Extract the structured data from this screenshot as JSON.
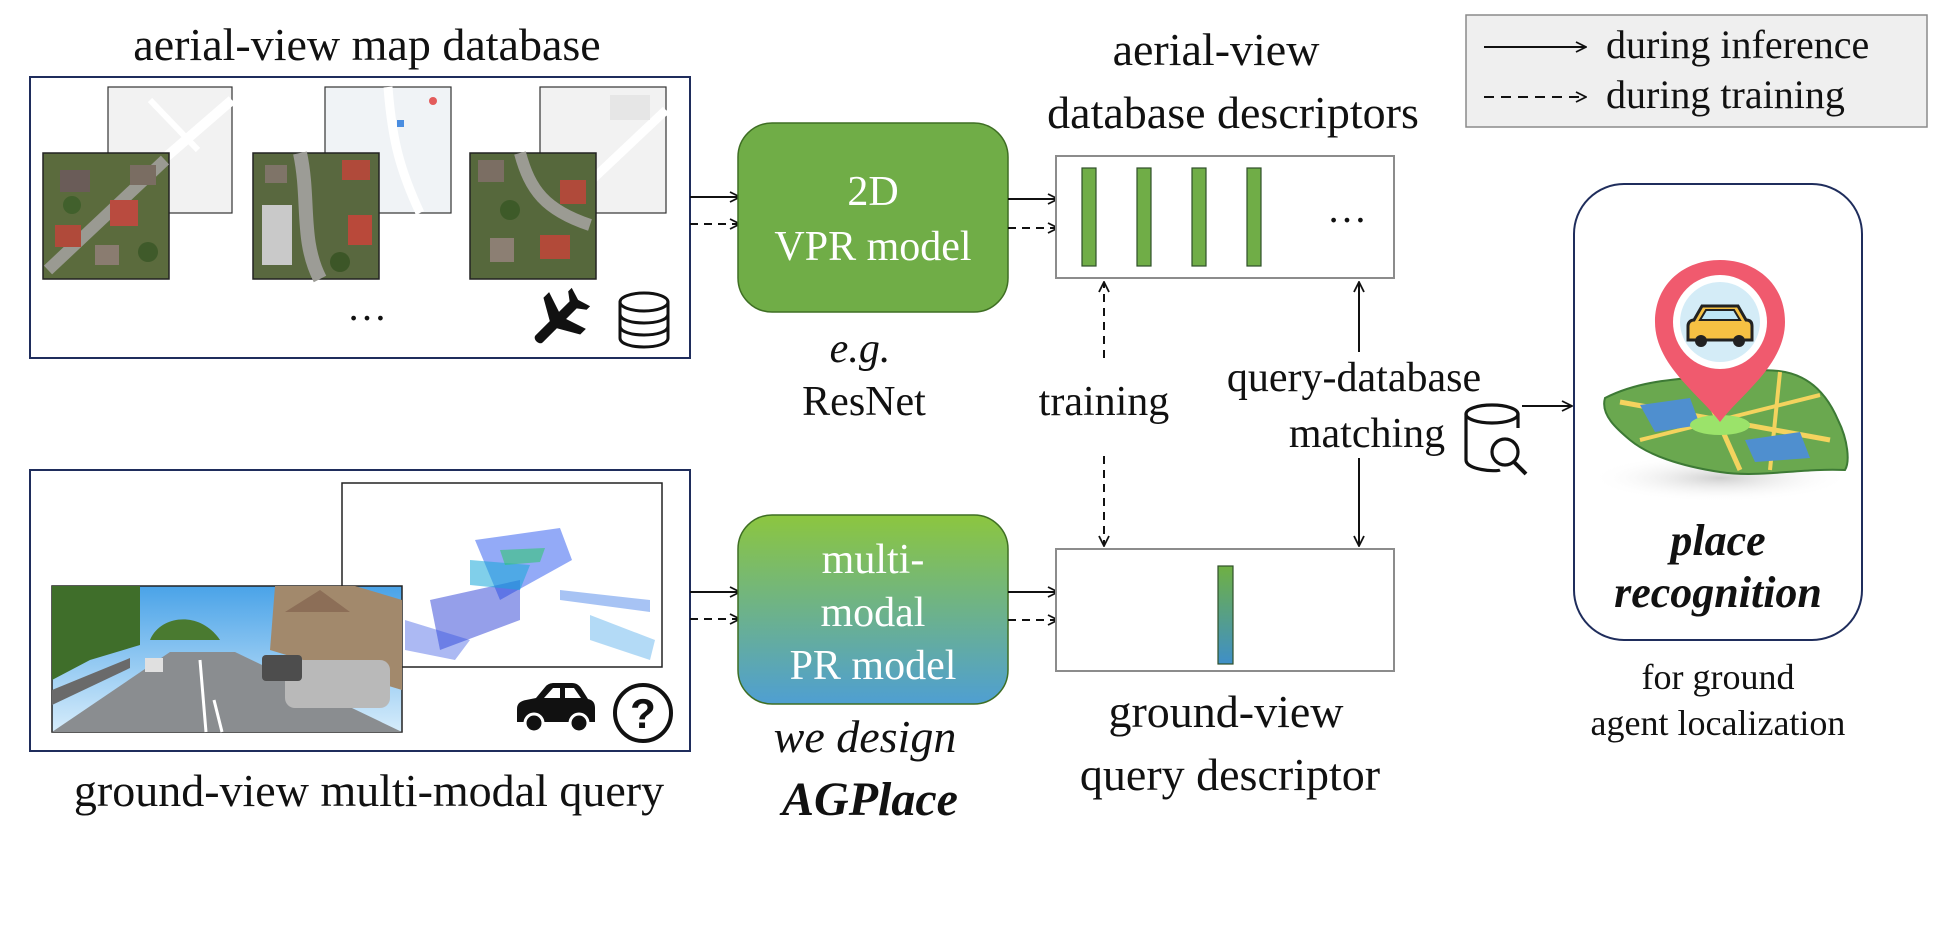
{
  "legend": {
    "inference_label": "during inference",
    "training_label": "during training"
  },
  "aerial_database": {
    "title": "aerial-view map database",
    "ellipsis": "…",
    "icons": [
      "airplane-icon",
      "database-icon"
    ]
  },
  "ground_query": {
    "title": "ground-view multi-modal query",
    "icons": [
      "car-icon",
      "question-icon"
    ]
  },
  "vpr_model": {
    "line1": "2D",
    "line2": "VPR model",
    "example_line1": "e.g.",
    "example_line2": "ResNet"
  },
  "pr_model": {
    "line1": "multi-",
    "line2": "modal",
    "line3": "PR model",
    "note_line1": "we design",
    "note_line2": "AGPlace"
  },
  "db_descriptors": {
    "title_line1": "aerial-view",
    "title_line2": "database descriptors",
    "ellipsis": "…",
    "count": 4
  },
  "query_descriptor": {
    "title_line1": "ground-view",
    "title_line2": "query descriptor"
  },
  "training_label": "training",
  "matching": {
    "line1": "query-database",
    "line2": "matching",
    "icon": "database-search-icon"
  },
  "place_recognition": {
    "title_line1": "place",
    "title_line2": "recognition",
    "caption_line1": "for ground",
    "caption_line2": "agent localization",
    "icon": "map-pin-car-icon"
  },
  "colors": {
    "vpr_green": "#70ad47",
    "pr_top_green": "#8cc63f",
    "pr_bottom_blue": "#4f9fd2",
    "frame_navy": "#1f2d5c",
    "descriptor_green": "#70ad47",
    "pin_red": "#f05a6e"
  }
}
